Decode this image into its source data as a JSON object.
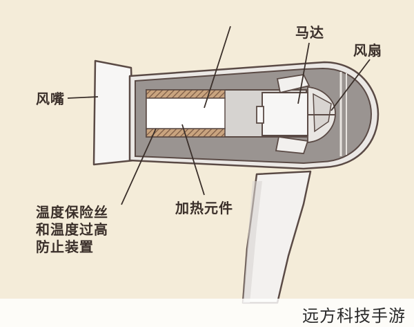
{
  "labels": {
    "nozzle": "风嘴",
    "motor": "马达",
    "fan": "风扇",
    "fuse": [
      "温度保险丝",
      "和温度过高",
      "防止装置"
    ],
    "heater": "加热元件"
  },
  "watermark": "远方科技手游",
  "colors": {
    "background": "#f4ecd9",
    "outline": "#5a4a45",
    "shell": "#ece9e6",
    "interior": "#9a9491",
    "coil": "#a77b5a",
    "white": "#ffffff"
  }
}
